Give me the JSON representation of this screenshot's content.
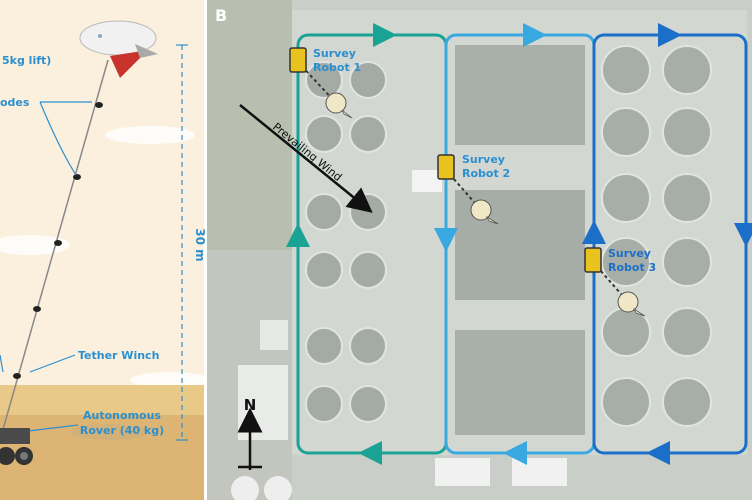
{
  "left_panel": {
    "lift_label": "5kg lift)",
    "nodes_label": "odes",
    "height_label": "30 m",
    "winch_label": "Tether Winch",
    "rover_label_line1": "Autonomous",
    "rover_label_line2": "Rover (40 kg)"
  },
  "right_panel": {
    "panel_letter": "B",
    "wind_label": "Prevailing Wind",
    "north_label": "N",
    "robots": [
      {
        "line1": "Survey",
        "line2": "Robot 1"
      },
      {
        "line1": "Survey",
        "line2": "Robot 2"
      },
      {
        "line1": "Survey",
        "line2": "Robot 3"
      }
    ]
  },
  "colors": {
    "sky": "#fbf0dd",
    "teal_route": "#1aa394",
    "light_blue_route": "#3aa8e0",
    "dark_blue_route": "#1c6fc8",
    "label_blue": "#2b8fcf",
    "balloon_fin": "#c8342c",
    "robot_yellow": "#e8c21e"
  }
}
